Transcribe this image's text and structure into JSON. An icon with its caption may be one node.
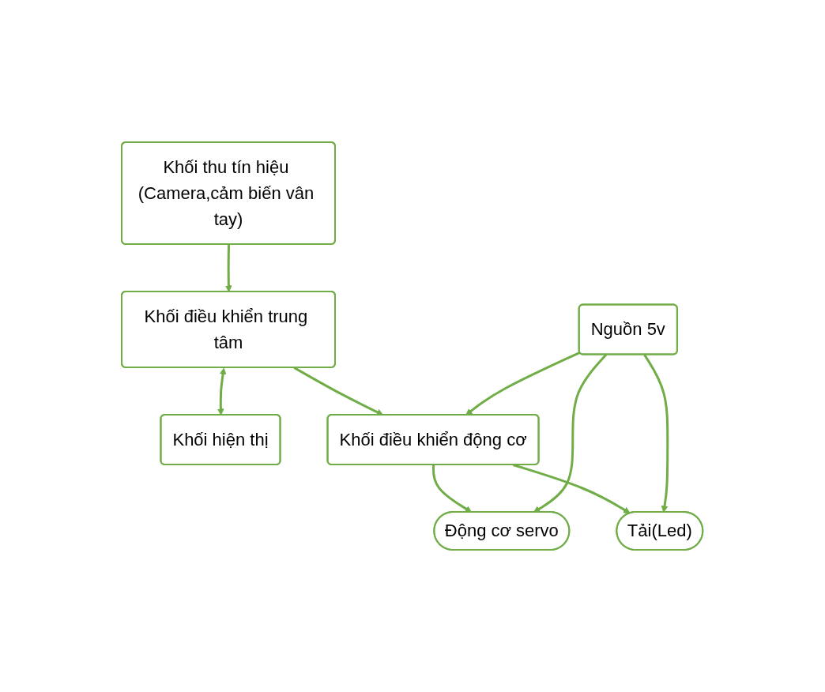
{
  "diagram": {
    "nodes": [
      {
        "text": [
          "Khối thu tín hiệu (Camera,cảm biến vân tay)"
        ]
      },
      {
        "text": [
          "Khối điều khiển trung tâm"
        ]
      },
      {
        "text": [
          "Khối hiện thị"
        ]
      },
      {
        "text": [
          "Khối điều khiển động cơ"
        ]
      },
      {
        "text": [
          "Nguồn 5v"
        ]
      },
      {
        "text": [
          "Động cơ servo"
        ]
      },
      {
        "text": [
          "Tải(Led)"
        ]
      }
    ],
    "edges": [
      {
        "from": 0,
        "to": 1,
        "arrow": "to"
      },
      {
        "from": 1,
        "to": 2,
        "arrow": "both"
      },
      {
        "from": 1,
        "to": 3,
        "arrow": "to"
      },
      {
        "from": 4,
        "to": 3,
        "arrow": "to"
      },
      {
        "from": 3,
        "to": 5,
        "arrow": "to"
      },
      {
        "from": 3,
        "to": 6,
        "arrow": "to"
      },
      {
        "from": 4,
        "to": 5,
        "arrow": "to"
      },
      {
        "from": 4,
        "to": 6,
        "arrow": "to"
      }
    ]
  }
}
